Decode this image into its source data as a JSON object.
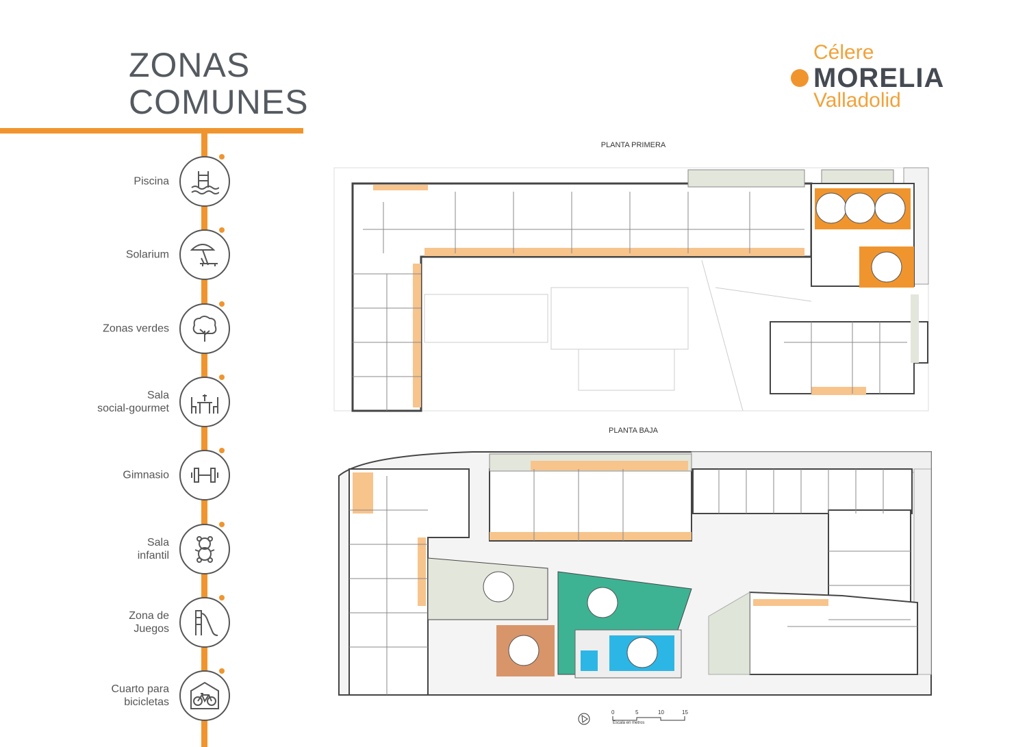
{
  "title": {
    "line1": "ZONAS",
    "line2": "COMUNES"
  },
  "logo": {
    "brand": "Célere",
    "name": "MORELIA",
    "city": "Valladolid"
  },
  "amenities": [
    {
      "label": "Piscina",
      "icon": "pool-icon"
    },
    {
      "label": "Solarium",
      "icon": "sunbed-umbrella-icon"
    },
    {
      "label": "Zonas verdes",
      "icon": "tree-icon"
    },
    {
      "label": "Sala\nsocial-gourmet",
      "icon": "dining-table-icon"
    },
    {
      "label": "Gimnasio",
      "icon": "dumbbell-icon"
    },
    {
      "label": "Sala\ninfantil",
      "icon": "teddy-bear-icon"
    },
    {
      "label": "Zona de\nJuegos",
      "icon": "slide-icon"
    },
    {
      "label": "Cuarto para\nbicicletas",
      "icon": "bicycle-icon"
    }
  ],
  "plans": {
    "upper": "PLANTA PRIMERA",
    "ground": "PLANTA BAJA"
  },
  "scale": {
    "ticks": [
      "0",
      "5",
      "10",
      "15"
    ],
    "label": "Escala en metros"
  },
  "colors": {
    "accent": "#f0952e",
    "pool": "#2cb6e6",
    "solarium": "#3db394",
    "play": "#d9956a",
    "green": "#e3e6db"
  }
}
